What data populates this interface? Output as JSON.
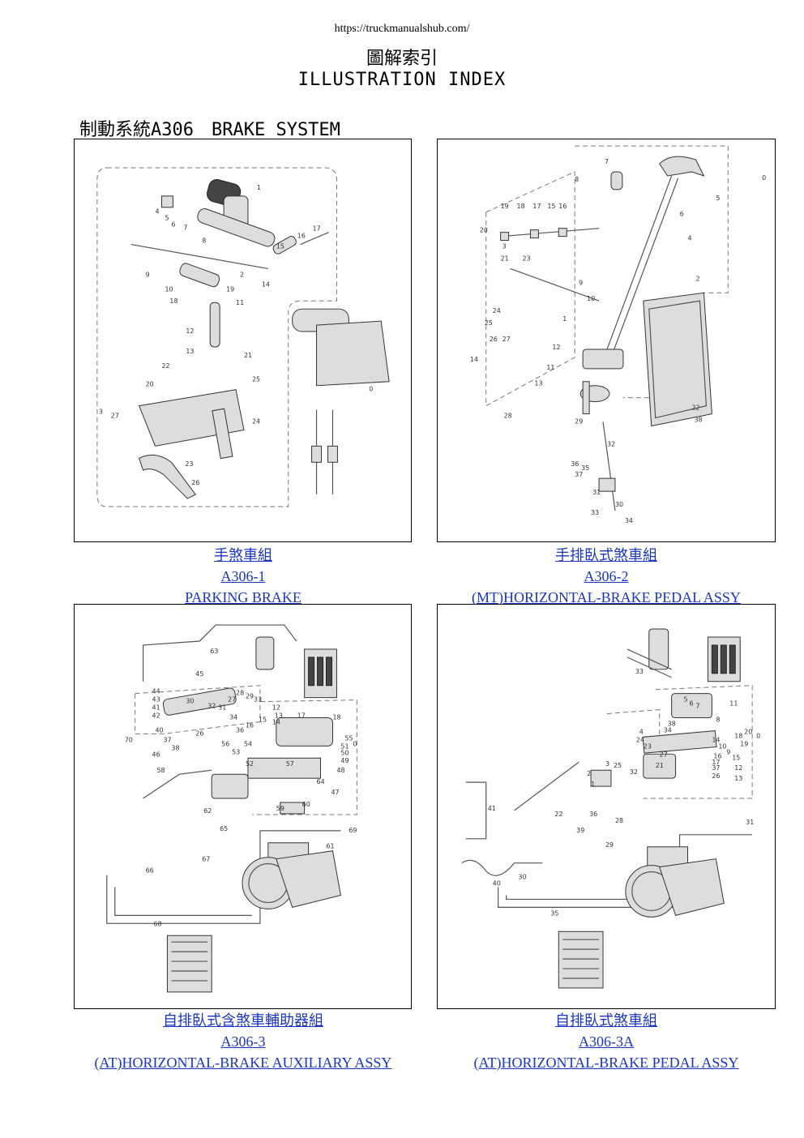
{
  "header": {
    "url": "https://truckmanualshub.com/",
    "title_zh": "圖解索引",
    "title_en": "ILLUSTRATION INDEX"
  },
  "section": {
    "title": "制動系統A306　BRAKE SYSTEM"
  },
  "figures": [
    {
      "zh": "手煞車組",
      "code": "A306-1",
      "en": "PARKING BRAKE",
      "callouts": [
        "1",
        "2",
        "3",
        "4",
        "5",
        "6",
        "7",
        "8",
        "9",
        "10",
        "11",
        "12",
        "13",
        "14",
        "15",
        "16",
        "17",
        "18",
        "19",
        "20",
        "21",
        "22",
        "23",
        "24",
        "25",
        "26",
        "27",
        "0"
      ]
    },
    {
      "zh": "手排臥式煞車組",
      "code": "A306-2",
      "en": "(MT)HORIZONTAL-BRAKE PEDAL ASSY",
      "callouts": [
        "0",
        "1",
        "2",
        "3",
        "4",
        "5",
        "6",
        "7",
        "8",
        "9",
        "10",
        "11",
        "12",
        "13",
        "14",
        "15",
        "16",
        "17",
        "18",
        "19",
        "20",
        "21",
        "22",
        "23",
        "24",
        "25",
        "26",
        "27",
        "28",
        "29",
        "30",
        "31",
        "32",
        "33",
        "34",
        "35",
        "36",
        "37",
        "38"
      ]
    },
    {
      "zh": "自排臥式含煞車輔助器組",
      "code": "A306-3",
      "en": "(AT)HORIZONTAL-BRAKE AUXILIARY ASSY",
      "callouts": [
        "0",
        "12",
        "13",
        "14",
        "15",
        "16",
        "17",
        "18",
        "26",
        "27",
        "28",
        "29",
        "30",
        "31",
        "32",
        "33",
        "34",
        "36",
        "37",
        "38",
        "40",
        "41",
        "42",
        "43",
        "44",
        "45",
        "46",
        "47",
        "48",
        "49",
        "50",
        "51",
        "52",
        "53",
        "54",
        "55",
        "56",
        "57",
        "58",
        "59",
        "60",
        "61",
        "62",
        "63",
        "64",
        "65",
        "66",
        "67",
        "68",
        "69",
        "70"
      ]
    },
    {
      "zh": "自排臥式煞車組",
      "code": "A306-3A",
      "en": "(AT)HORIZONTAL-BRAKE PEDAL ASSY",
      "callouts": [
        "0",
        "1",
        "2",
        "3",
        "4",
        "5",
        "6",
        "7",
        "8",
        "9",
        "10",
        "11",
        "12",
        "13",
        "14",
        "15",
        "16",
        "17",
        "18",
        "19",
        "20",
        "21",
        "22",
        "23",
        "24",
        "25",
        "26",
        "27",
        "28",
        "29",
        "30",
        "31",
        "32",
        "33",
        "34",
        "35",
        "36",
        "37",
        "38",
        "39",
        "40",
        "41"
      ]
    }
  ]
}
